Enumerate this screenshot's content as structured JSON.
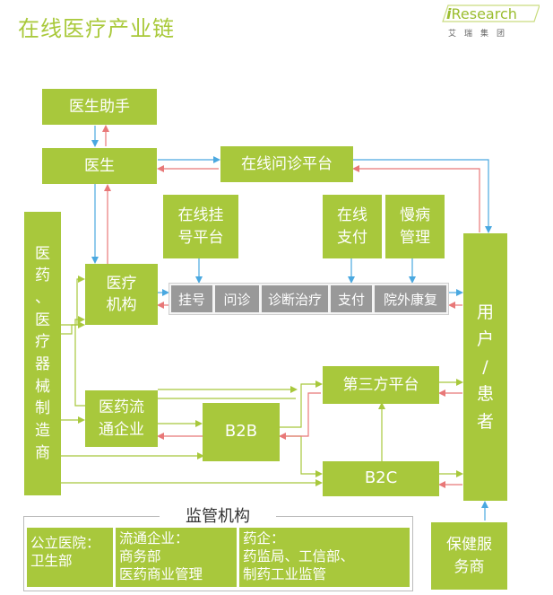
{
  "header": {
    "title": "在线医疗产业链"
  },
  "logo": {
    "brand_i": "i",
    "brand_rest": "Research",
    "subtitle": "艾瑞集团"
  },
  "boxes": {
    "assistant": "医生助手",
    "doctor": "医生",
    "consult_platform": "在线问诊平台",
    "register_platform_1": "在线挂",
    "register_platform_2": "号平台",
    "pay_1": "在线",
    "pay_2": "支付",
    "chronic_1": "慢病",
    "chronic_2": "管理",
    "institution_1": "医疗",
    "institution_2": "机构",
    "distribution_1": "医药流",
    "distribution_2": "通企业",
    "b2b": "B2B",
    "third_party": "第三方平台",
    "b2c": "B2C",
    "insurer_1": "保健服",
    "insurer_2": "务商",
    "manufacturer_chars": [
      "医",
      "药",
      "、",
      "医",
      "疗",
      "器",
      "械",
      "制",
      "造",
      "商"
    ],
    "user_chars": [
      "用",
      "户",
      "/",
      "患",
      "者"
    ]
  },
  "service_strip": [
    "挂号",
    "问诊",
    "诊断治疗",
    "支付",
    "院外康复"
  ],
  "regulation": {
    "title": "监管机构",
    "public_hospital": [
      "公立医院：",
      "卫生部"
    ],
    "distribution": [
      "流通企业：",
      "商务部",
      "医药商业管理"
    ],
    "pharma": [
      "药企：",
      "药监局、工信部、",
      "制药工业监管"
    ]
  },
  "colors": {
    "box_green": "#a8c83c",
    "title_green": "#a9c93a",
    "arrow_blue": "#4aa8e0",
    "arrow_red": "#e87878",
    "line_green": "#a8c83c",
    "strip_gray": "#999999"
  }
}
